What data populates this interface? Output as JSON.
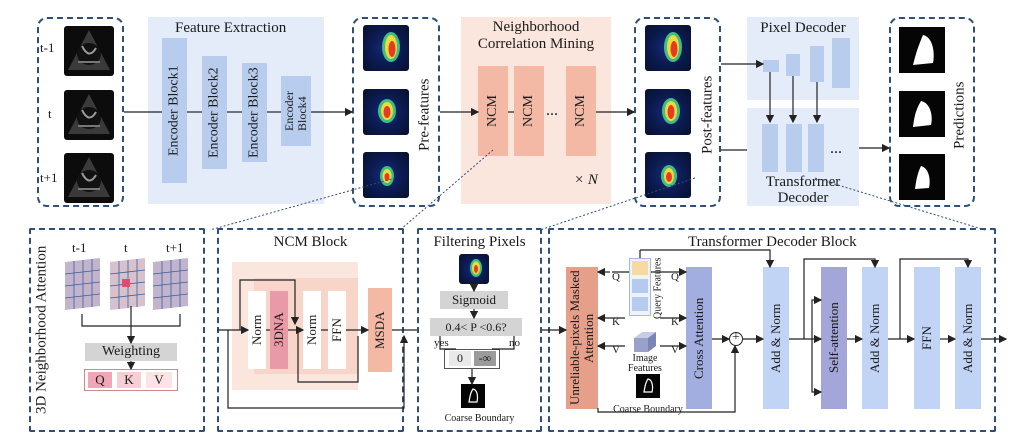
{
  "top": {
    "frames": [
      "t-1",
      "t",
      "t+1"
    ],
    "feature_extraction": {
      "title": "Feature Extraction",
      "blocks": [
        "Encoder Block1",
        "Encoder Block2",
        "Encoder Block3",
        "Encoder\nBlock4"
      ]
    },
    "pre_features": "Pre-features",
    "ncm_section": {
      "title_line1": "Neighborhood",
      "title_line2": "Correlation Mining",
      "ncm_label": "NCM",
      "ellipsis": "...",
      "times_n": "× N"
    },
    "post_features": "Post-features",
    "pixel_decoder": "Pixel Decoder",
    "transformer_decoder_line1": "Transformer",
    "transformer_decoder_line2": "Decoder",
    "decoder_ellipsis": "...",
    "predictions": "Predictions"
  },
  "attn3d": {
    "title": "3D Neighborhood Attention",
    "frames": [
      "t-1",
      "t",
      "t+1"
    ],
    "weighting": "Weighting",
    "qkv": [
      "Q",
      "K",
      "V"
    ]
  },
  "ncm_block": {
    "title": "NCM Block",
    "items": [
      "Norm",
      "3DNA",
      "Norm",
      "FFN",
      "MSDA"
    ]
  },
  "filtering": {
    "title": "Filtering Pixels",
    "sigmoid": "Sigmoid",
    "condition": "0.4< P <0.6?",
    "yes": "yes",
    "no": "no",
    "zero": "0",
    "neg_inf": "-∞",
    "coarse_boundary": "Coarse Boundary"
  },
  "tdb": {
    "title": "Transformer Decoder Block",
    "masked_attention": "Unreliable-pixels Masked Attention",
    "query_features": "Query Features",
    "image_features_l1": "Image",
    "image_features_l2": "Features",
    "cross_attention": "Cross Attention",
    "add_norm": "Add & Norm",
    "self_attention": "Self-attention",
    "ffn": "FFN",
    "coarse_boundary": "Coarse Boundary",
    "q": "Q",
    "k": "K",
    "v": "V",
    "plus": "+"
  },
  "colors": {
    "dashed_border": "#2f4f7a",
    "encoder_blue": "#b8cdee",
    "ncm_salmon": "#f3b9a5",
    "panel_blue": "#e3ecf8",
    "panel_pink": "#fbe6de",
    "masked_attention": "#e6a08a",
    "cross_attention": "#a3aee0",
    "self_attention": "#a4a5d8",
    "add_norm": "#c2d4f5"
  }
}
